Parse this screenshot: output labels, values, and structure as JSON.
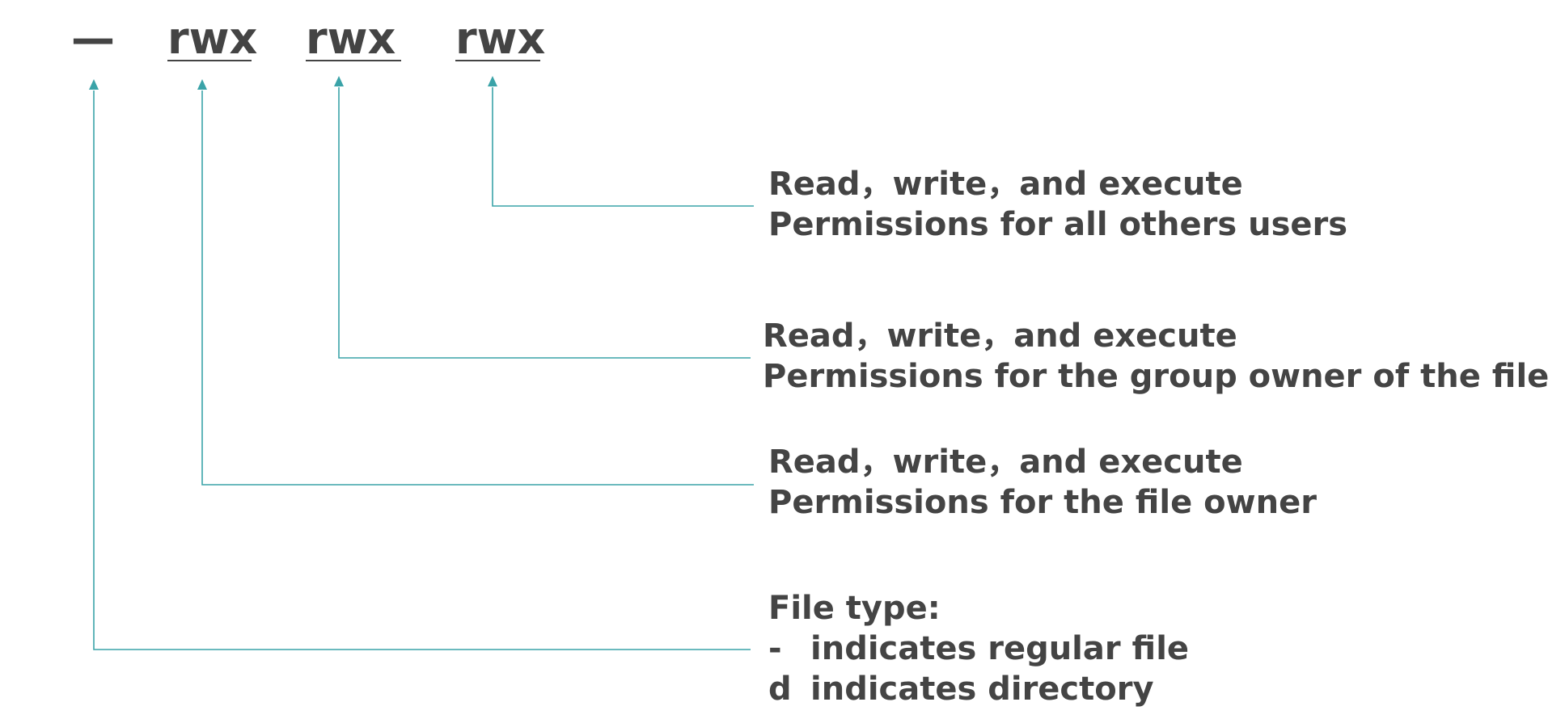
{
  "permission_string": {
    "file_type_symbol": "—",
    "owner": "rwx",
    "group": "rwx",
    "others": "rwx"
  },
  "labels": {
    "others": {
      "line1": "Read，write，and execute",
      "line2": "Permissions for all others users"
    },
    "group": {
      "line1": "Read，write，and execute",
      "line2": "Permissions for the group owner of the file"
    },
    "owner": {
      "line1": "Read，write，and execute",
      "line2": "Permissions for the file owner"
    },
    "file_type": {
      "heading": "File type:",
      "regular_key": "-",
      "regular_text": "indicates regular file",
      "directory_key": "d",
      "directory_text": "indicates directory"
    }
  },
  "colors": {
    "connector": "#3aa3a8",
    "text": "#444444"
  }
}
